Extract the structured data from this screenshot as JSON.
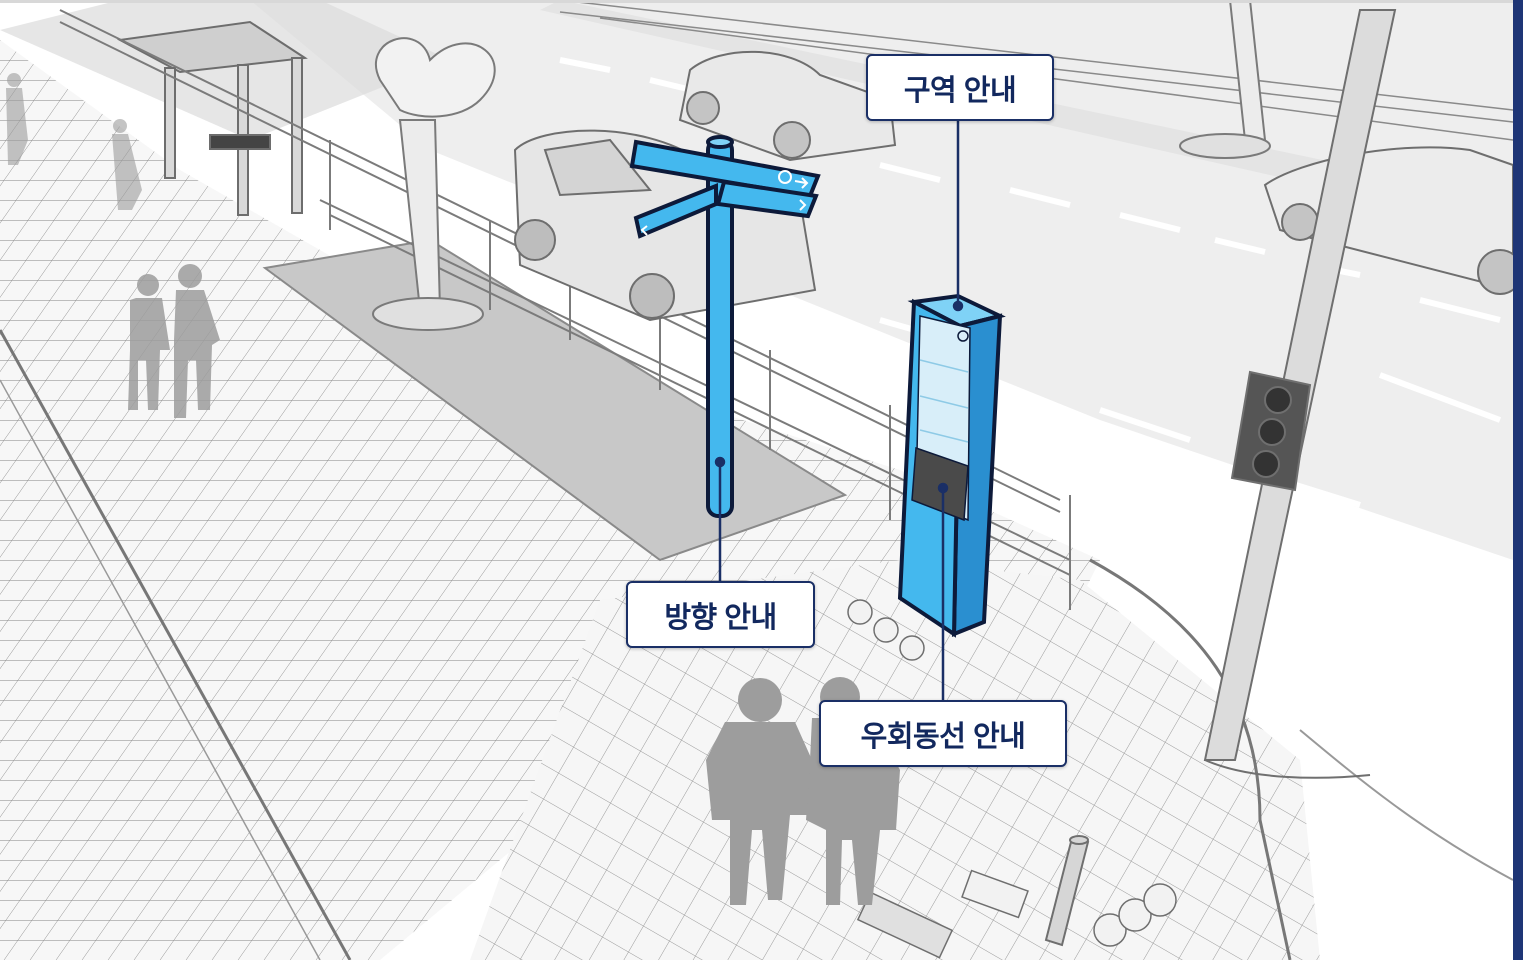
{
  "callouts": {
    "zone_guide": "구역 안내",
    "direction_guide": "방향 안내",
    "detour_guide": "우회동선 안내"
  },
  "colors": {
    "sign_blue": "#44b8ee",
    "sign_outline": "#0d1a3a",
    "callout_border": "#1a2f66",
    "callout_text": "#12285e",
    "accent_bar": "#1e3576"
  }
}
